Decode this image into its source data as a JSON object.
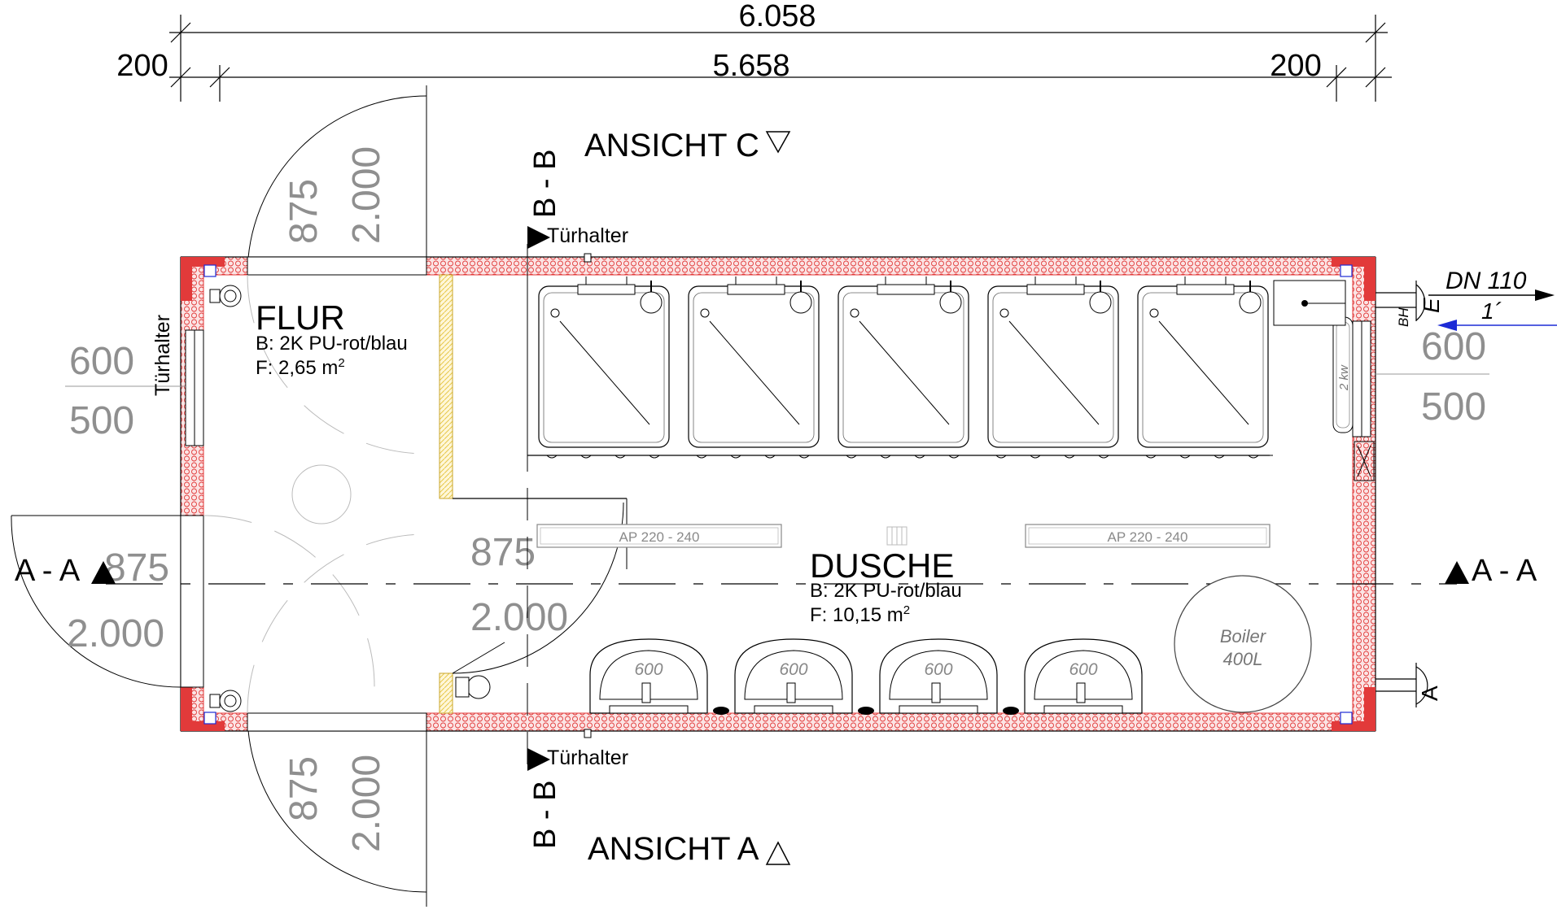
{
  "dimensions": {
    "overall_length": "6.058",
    "inner_length": "5.658",
    "wall_left": "200",
    "wall_right": "200"
  },
  "views": {
    "top": "ANSICHT C",
    "bottom": "ANSICHT A"
  },
  "sections": {
    "aa_left": "A - A",
    "aa_right": "A - A",
    "bb_top": "B - B",
    "bb_bottom": "B - B"
  },
  "door_holder": "Türhalter",
  "rooms": {
    "flur": {
      "name": "FLUR",
      "floor": "B: 2K PU-rot/blau",
      "area_prefix": "F: 2,65 m",
      "area_sup": "2"
    },
    "dusche": {
      "name": "DUSCHE",
      "floor": "B: 2K PU-rot/blau",
      "area_prefix": "F: 10,15 m",
      "area_sup": "2"
    }
  },
  "openings": {
    "top_door_width": "875",
    "top_door_height": "2.000",
    "bottom_door_width": "875",
    "bottom_door_height": "2.000",
    "left_door_width": "875",
    "left_door_height": "2.000",
    "inner_door_width": "875",
    "inner_door_height": "2.000",
    "left_window_width": "600",
    "left_window_height": "500",
    "right_window_width": "600",
    "right_window_height": "500"
  },
  "fixtures": {
    "radiator_left": "AP  220 - 240",
    "radiator_right": "AP  220 - 240",
    "sink_labels": [
      "600",
      "600",
      "600",
      "600"
    ],
    "boiler_line1": "Boiler",
    "boiler_line2": "400L",
    "heater_label": "2 kw",
    "drain_size": "DN 110",
    "drain_slope": "1´",
    "label_e": "E",
    "label_bh": "BH",
    "label_a": "A"
  },
  "colors": {
    "wall_hatch": "#e23a3a",
    "wall_fill": "#fbe4e4",
    "partition": "#e6c84a",
    "dimension_grey": "#8f8f8f",
    "drain_arrow": "#1d2bd6"
  }
}
